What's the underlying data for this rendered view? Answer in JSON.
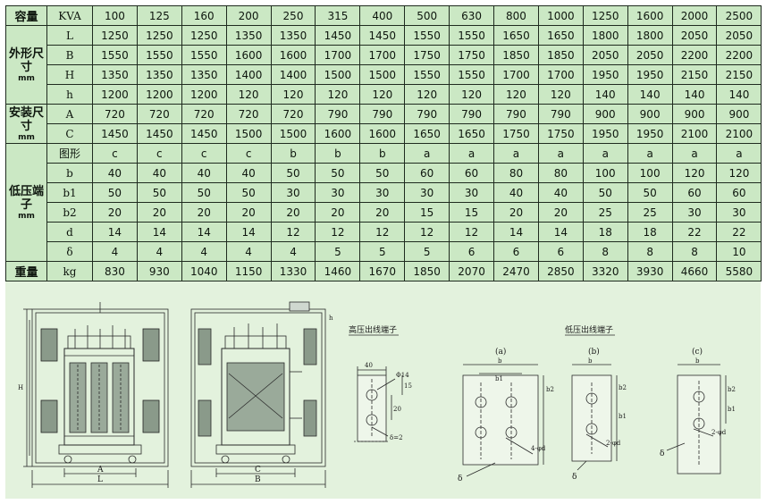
{
  "table": {
    "header": {
      "group": "容量",
      "param": "KVA",
      "values": [
        "100",
        "125",
        "160",
        "200",
        "250",
        "315",
        "400",
        "500",
        "630",
        "800",
        "1000",
        "1250",
        "1600",
        "2000",
        "2500"
      ]
    },
    "groups": [
      {
        "title": "外形尺寸",
        "unit": "mm",
        "rows": [
          {
            "param": "L",
            "values": [
              "1250",
              "1250",
              "1250",
              "1350",
              "1350",
              "1450",
              "1450",
              "1550",
              "1550",
              "1650",
              "1650",
              "1800",
              "1800",
              "2050",
              "2050"
            ]
          },
          {
            "param": "B",
            "values": [
              "1550",
              "1550",
              "1550",
              "1600",
              "1600",
              "1700",
              "1700",
              "1750",
              "1750",
              "1850",
              "1850",
              "2050",
              "2050",
              "2200",
              "2200"
            ]
          },
          {
            "param": "H",
            "values": [
              "1350",
              "1350",
              "1350",
              "1400",
              "1400",
              "1500",
              "1500",
              "1550",
              "1550",
              "1700",
              "1700",
              "1950",
              "1950",
              "2150",
              "2150"
            ]
          },
          {
            "param": "h",
            "values": [
              "1200",
              "1200",
              "1200",
              "120",
              "120",
              "120",
              "120",
              "120",
              "120",
              "120",
              "120",
              "140",
              "140",
              "140",
              "140"
            ]
          }
        ]
      },
      {
        "title": "安装尺寸",
        "unit": "mm",
        "rows": [
          {
            "param": "A",
            "values": [
              "720",
              "720",
              "720",
              "720",
              "720",
              "790",
              "790",
              "790",
              "790",
              "790",
              "790",
              "900",
              "900",
              "900",
              "900"
            ]
          },
          {
            "param": "C",
            "values": [
              "1450",
              "1450",
              "1450",
              "1500",
              "1500",
              "1600",
              "1600",
              "1650",
              "1650",
              "1750",
              "1750",
              "1950",
              "1950",
              "2100",
              "2100"
            ]
          }
        ]
      },
      {
        "title": "低压端子",
        "unit": "mm",
        "rows": [
          {
            "param": "图形",
            "values": [
              "c",
              "c",
              "c",
              "c",
              "b",
              "b",
              "b",
              "a",
              "a",
              "a",
              "a",
              "a",
              "a",
              "a",
              "a"
            ]
          },
          {
            "param": "b",
            "values": [
              "40",
              "40",
              "40",
              "40",
              "50",
              "50",
              "50",
              "60",
              "60",
              "80",
              "80",
              "100",
              "100",
              "120",
              "120"
            ]
          },
          {
            "param": "b1",
            "values": [
              "50",
              "50",
              "50",
              "50",
              "30",
              "30",
              "30",
              "30",
              "30",
              "40",
              "40",
              "50",
              "50",
              "60",
              "60"
            ]
          },
          {
            "param": "b2",
            "values": [
              "20",
              "20",
              "20",
              "20",
              "20",
              "20",
              "20",
              "15",
              "15",
              "20",
              "20",
              "25",
              "25",
              "30",
              "30"
            ]
          },
          {
            "param": "d",
            "values": [
              "14",
              "14",
              "14",
              "14",
              "12",
              "12",
              "12",
              "12",
              "12",
              "14",
              "14",
              "18",
              "18",
              "22",
              "22"
            ]
          },
          {
            "param": "δ",
            "values": [
              "4",
              "4",
              "4",
              "4",
              "4",
              "5",
              "5",
              "5",
              "6",
              "6",
              "6",
              "8",
              "8",
              "8",
              "10"
            ]
          }
        ]
      }
    ],
    "footer": {
      "group": "重量",
      "param": "kg",
      "values": [
        "830",
        "930",
        "1040",
        "1150",
        "1330",
        "1460",
        "1670",
        "1850",
        "2070",
        "2470",
        "2850",
        "3320",
        "3930",
        "4660",
        "5580"
      ]
    }
  },
  "drawing": {
    "hv_title": "高压出线端子",
    "lv_title": "低压出线端子",
    "variant_a": "(a)",
    "variant_b": "(b)",
    "variant_c": "(c)",
    "dim_L": "L",
    "dim_A": "A",
    "dim_C": "C",
    "dim_B": "B",
    "dim_H": "H",
    "dim_h": "h",
    "hv_width": "40",
    "hv_hole": "Φ14",
    "hv_spacing": "20",
    "hv_edge": "15",
    "hv_thickness": "δ=2",
    "dim_b": "b",
    "dim_b1": "b1",
    "dim_b2": "b2",
    "holes_4": "4-φd",
    "holes_2": "2-φd",
    "delta": "δ"
  }
}
